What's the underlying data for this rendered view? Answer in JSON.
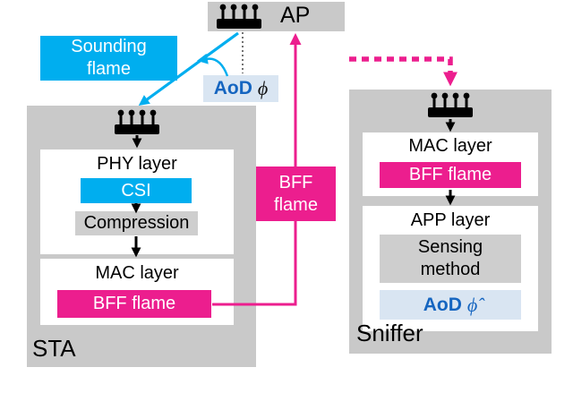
{
  "colors": {
    "cyan": "#00aeef",
    "magenta": "#ec1e8e",
    "panel_gray": "#c9c9c9",
    "box_gray": "#cecece",
    "light_blue_bg": "#d9e5f2",
    "blue_text": "#1565c0",
    "white": "#ffffff",
    "black": "#000000"
  },
  "ap": {
    "label": "AP"
  },
  "sounding_frame": {
    "line1": "Sounding",
    "line2": "flame"
  },
  "aod": {
    "label": "AoD",
    "symbol": "ϕ"
  },
  "sta": {
    "label": "STA",
    "phy": {
      "title": "PHY layer",
      "csi": "CSI",
      "compression": "Compression"
    },
    "mac": {
      "title": "MAC layer",
      "bff": "BFF flame"
    }
  },
  "bff_link": {
    "line1": "BFF",
    "line2": "flame"
  },
  "sniffer": {
    "label": "Sniffer",
    "mac": {
      "title": "MAC layer",
      "bff": "BFF flame"
    },
    "app": {
      "title": "APP layer",
      "sensing_line1": "Sensing",
      "sensing_line2": "method",
      "aod_label": "AoD",
      "aod_symbol": "ϕ̂"
    }
  }
}
